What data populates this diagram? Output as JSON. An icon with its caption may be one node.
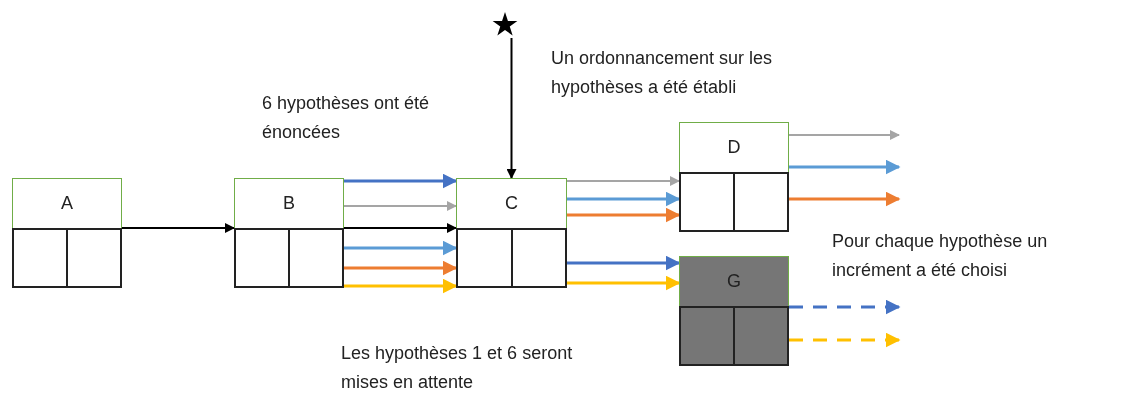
{
  "diagram": {
    "nodes": [
      {
        "text": [
          "A"
        ]
      },
      {
        "text": [
          "B"
        ]
      },
      {
        "text": [
          "C"
        ]
      },
      {
        "text": [
          "D"
        ]
      },
      {
        "text": [
          "G"
        ]
      },
      {
        "text": [],
        "shape": "star"
      }
    ],
    "edges": [
      {
        "from": 0,
        "to": 1,
        "arrow": "to",
        "color": "#000000"
      },
      {
        "from": 1,
        "to": 2,
        "arrow": "to",
        "color": "#4472c4"
      },
      {
        "from": 1,
        "to": 2,
        "arrow": "to",
        "color": "#a5a5a5"
      },
      {
        "from": 1,
        "to": 2,
        "arrow": "to",
        "color": "#000000"
      },
      {
        "from": 1,
        "to": 2,
        "arrow": "to",
        "color": "#5b9bd5"
      },
      {
        "from": 1,
        "to": 2,
        "arrow": "to",
        "color": "#ed7d31"
      },
      {
        "from": 1,
        "to": 2,
        "arrow": "to",
        "color": "#ffc000"
      },
      {
        "from": 5,
        "to": 2,
        "arrow": "to",
        "color": "#000000"
      },
      {
        "from": 2,
        "to": 3,
        "arrow": "to",
        "color": "#a5a5a5"
      },
      {
        "from": 2,
        "to": 3,
        "arrow": "to",
        "color": "#5b9bd5"
      },
      {
        "from": 2,
        "to": 3,
        "arrow": "to",
        "color": "#ed7d31"
      },
      {
        "from": 2,
        "to": 4,
        "arrow": "to",
        "color": "#4472c4"
      },
      {
        "from": 2,
        "to": 4,
        "arrow": "to",
        "color": "#ffc000"
      },
      {
        "from": 3,
        "to": null,
        "arrow": "to",
        "color": "#a5a5a5"
      },
      {
        "from": 3,
        "to": null,
        "arrow": "to",
        "color": "#5b9bd5"
      },
      {
        "from": 3,
        "to": null,
        "arrow": "to",
        "color": "#ed7d31"
      },
      {
        "from": 4,
        "to": null,
        "arrow": "to",
        "color": "#4472c4",
        "style": "dashed"
      },
      {
        "from": 4,
        "to": null,
        "arrow": "to",
        "color": "#ffc000",
        "style": "dashed"
      }
    ],
    "labels": [
      "Un ordonnancement sur les hypothèses a été établi",
      "6 hypothèses ont été énoncées",
      "Pour chaque hypothèse un incrément a été choisi",
      "Les hypothèses 1 et 6 seront mises en attente"
    ]
  }
}
